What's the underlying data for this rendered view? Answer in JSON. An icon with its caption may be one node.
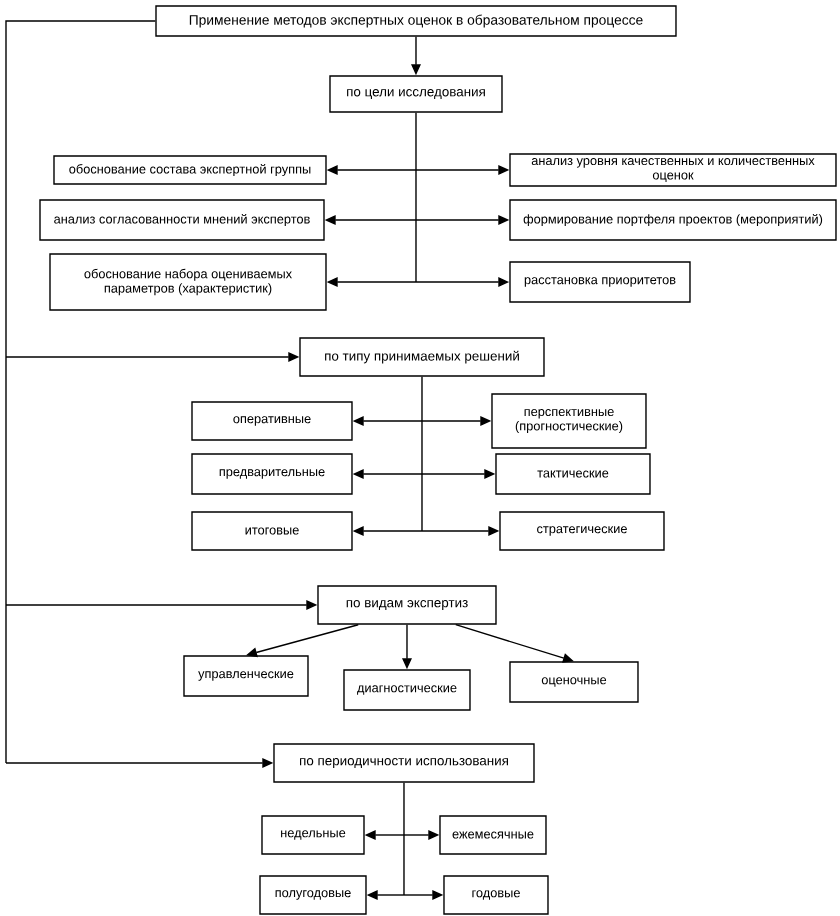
{
  "diagram": {
    "nodes": [
      {
        "text": [
          "Применение методов экспертных оценок в образовательном процессе"
        ]
      },
      {
        "text": [
          "по цели исследования"
        ]
      },
      {
        "text": [
          "обоснование состава экспертной группы"
        ]
      },
      {
        "text": [
          "анализ уровня качественных и количественных оценок"
        ]
      },
      {
        "text": [
          "анализ согласованности мнений экспертов"
        ]
      },
      {
        "text": [
          "формирование портфеля проектов (мероприятий)"
        ]
      },
      {
        "text": [
          "обоснование набора оцениваемых параметров (характеристик)"
        ]
      },
      {
        "text": [
          "расстановка приоритетов"
        ]
      },
      {
        "text": [
          "по типу принимаемых решений"
        ]
      },
      {
        "text": [
          "оперативные"
        ]
      },
      {
        "text": [
          "перспективные (прогностические)"
        ]
      },
      {
        "text": [
          "предварительные"
        ]
      },
      {
        "text": [
          "тактические"
        ]
      },
      {
        "text": [
          "итоговые"
        ]
      },
      {
        "text": [
          "стратегические"
        ]
      },
      {
        "text": [
          "по видам экспертиз"
        ]
      },
      {
        "text": [
          "управленческие"
        ]
      },
      {
        "text": [
          "диагностические"
        ]
      },
      {
        "text": [
          "оценочные"
        ]
      },
      {
        "text": [
          "по периодичности использования"
        ]
      },
      {
        "text": [
          "недельные"
        ]
      },
      {
        "text": [
          "ежемесячные"
        ]
      },
      {
        "text": [
          "полугодовые"
        ]
      },
      {
        "text": [
          "годовые"
        ]
      }
    ],
    "edges": [
      {
        "from": 0,
        "to": 1,
        "arrow": "to"
      },
      {
        "from": 1,
        "to": 2,
        "arrow": "to"
      },
      {
        "from": 1,
        "to": 3,
        "arrow": "to"
      },
      {
        "from": 1,
        "to": 4,
        "arrow": "to"
      },
      {
        "from": 1,
        "to": 5,
        "arrow": "to"
      },
      {
        "from": 1,
        "to": 6,
        "arrow": "to"
      },
      {
        "from": 1,
        "to": 7,
        "arrow": "to"
      },
      {
        "from": 0,
        "to": 8,
        "arrow": "to"
      },
      {
        "from": 8,
        "to": 9,
        "arrow": "to"
      },
      {
        "from": 8,
        "to": 10,
        "arrow": "to"
      },
      {
        "from": 8,
        "to": 11,
        "arrow": "to"
      },
      {
        "from": 8,
        "to": 12,
        "arrow": "to"
      },
      {
        "from": 8,
        "to": 13,
        "arrow": "to"
      },
      {
        "from": 8,
        "to": 14,
        "arrow": "to"
      },
      {
        "from": 0,
        "to": 15,
        "arrow": "to"
      },
      {
        "from": 15,
        "to": 16,
        "arrow": "to"
      },
      {
        "from": 15,
        "to": 17,
        "arrow": "to"
      },
      {
        "from": 15,
        "to": 18,
        "arrow": "to"
      },
      {
        "from": 0,
        "to": 19,
        "arrow": "to"
      },
      {
        "from": 19,
        "to": 20,
        "arrow": "to"
      },
      {
        "from": 19,
        "to": 21,
        "arrow": "to"
      },
      {
        "from": 19,
        "to": 22,
        "arrow": "to"
      },
      {
        "from": 19,
        "to": 23,
        "arrow": "to"
      }
    ]
  }
}
